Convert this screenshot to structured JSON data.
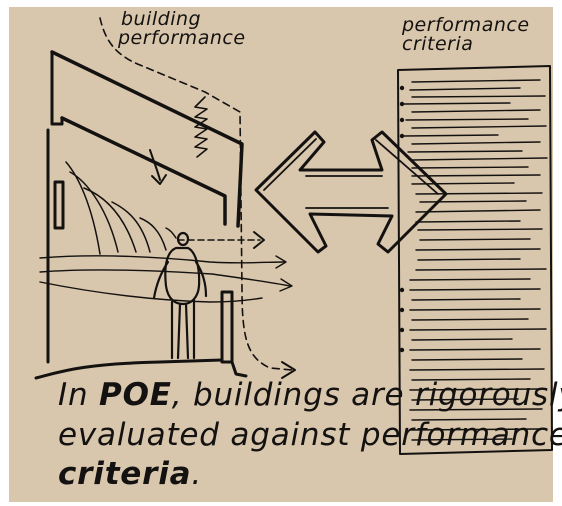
{
  "labels": {
    "building_performance_1": "building",
    "building_performance_2": "performance",
    "criteria_1": "performance",
    "criteria_2": "criteria"
  },
  "caption": {
    "line1_pre": "In ",
    "line1_bold": "POE",
    "line1_post": ", buildings are rigorously",
    "line2": "evaluated against performance",
    "line3_bold": "criteria",
    "line3_post": "."
  },
  "colors": {
    "paper": "#d8c6ad",
    "ink": "#141210"
  },
  "icons": {
    "building": "building-section-sketch",
    "person": "person-figure-sketch",
    "arrow": "double-headed-arrow",
    "document": "criteria-document-sketch"
  }
}
